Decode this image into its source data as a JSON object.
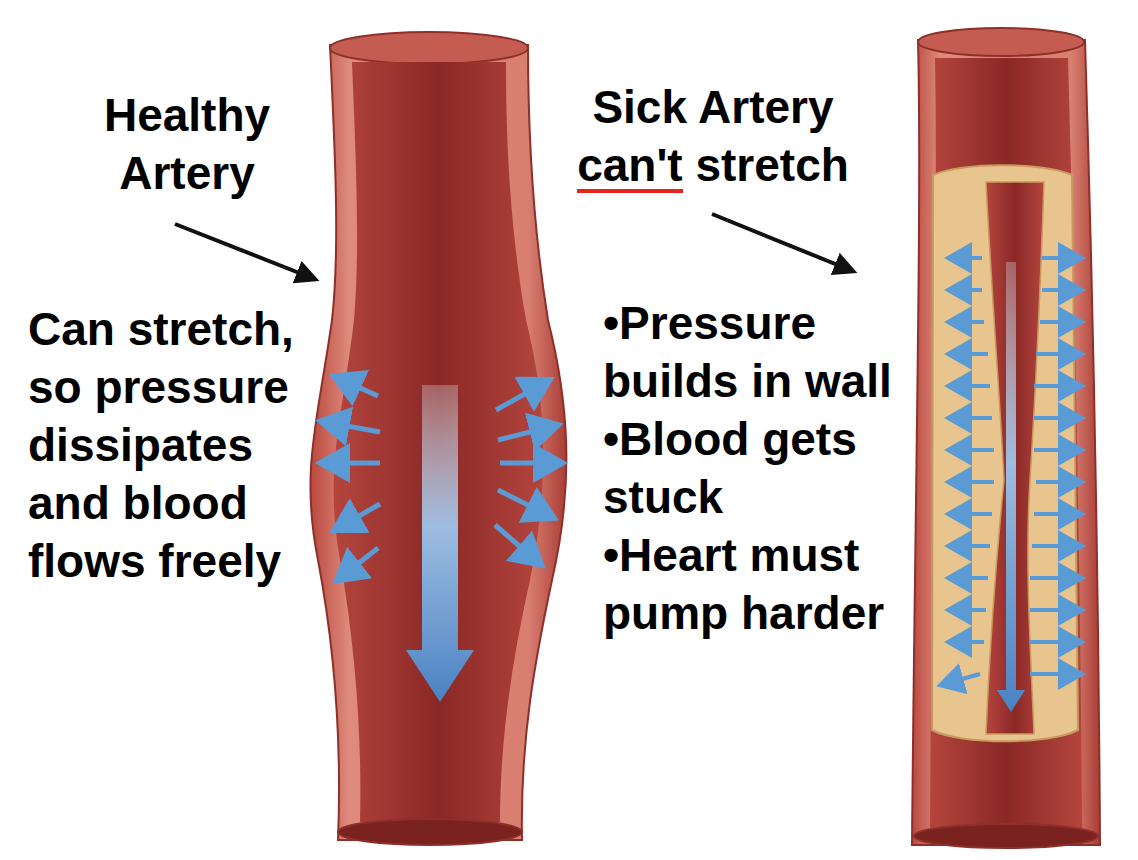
{
  "diagram": {
    "labels": [
      "Healthy Artery",
      "Sick Artery can't stretch",
      "Can stretch, so pressure dissipates and blood flows freely",
      "•Pressure builds in wall",
      "•Blood gets stuck",
      "•Heart must pump harder"
    ]
  }
}
